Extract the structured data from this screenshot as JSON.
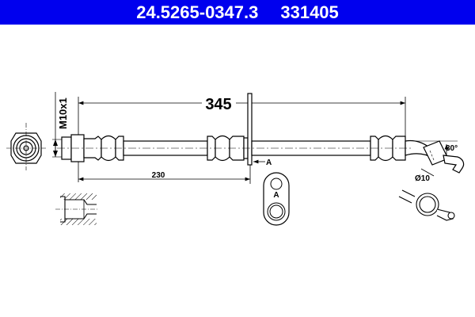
{
  "header": {
    "part_number": "24.5265-0347.3",
    "ref_number": "331405",
    "background_color": "#0000ee",
    "text_color": "#ffffff"
  },
  "drawing": {
    "total_length_label": "345",
    "bracket_distance_label": "230",
    "thread_label": "M10x1",
    "view_marker": "A",
    "bracket_view_label": "A",
    "bend_angle_label": "30°",
    "diameter_label": "Ø10"
  }
}
